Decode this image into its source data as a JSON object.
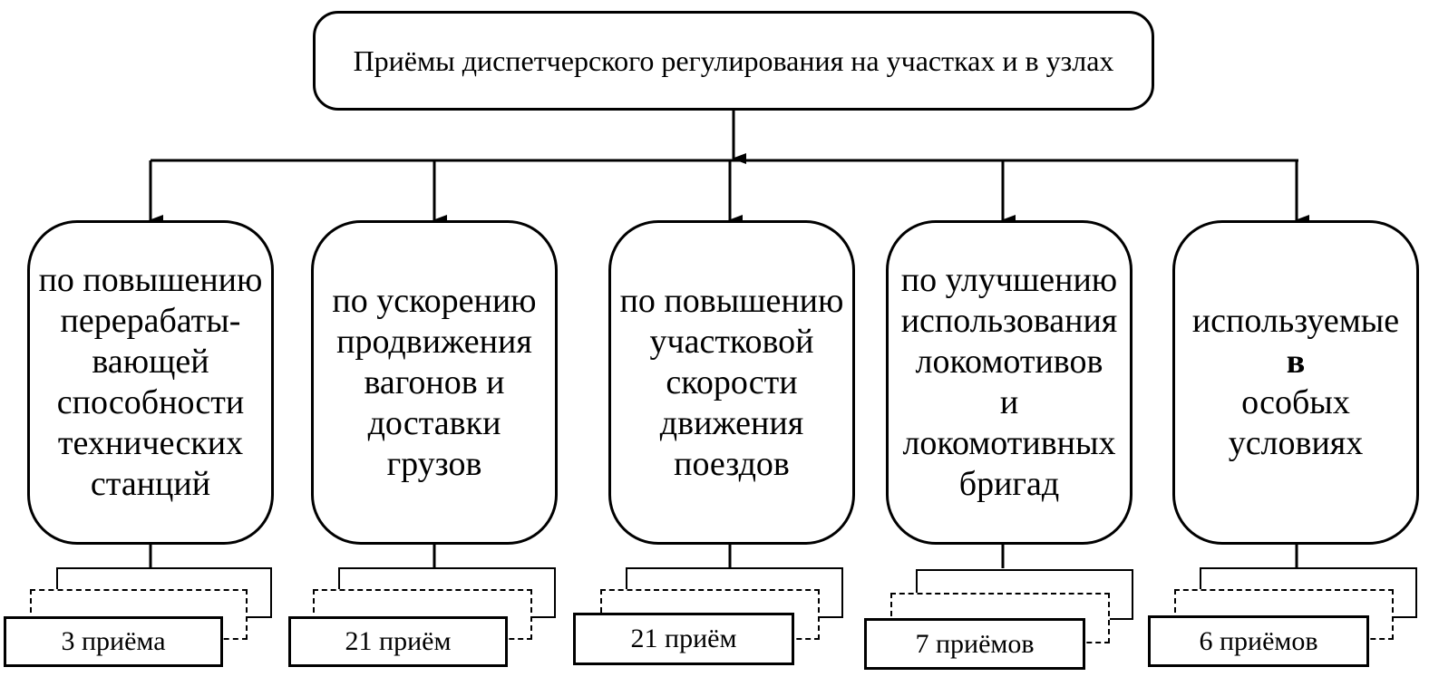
{
  "root": {
    "title": "Приёмы диспетчерского регулирования на участках и в узлах"
  },
  "categories": [
    {
      "lines": [
        "по повышению",
        "перерабаты-",
        "вающей",
        "способности",
        "технических",
        "станций"
      ],
      "count": "3 приёма"
    },
    {
      "lines": [
        "по ускорению",
        "продвижения",
        "вагонов и",
        "доставки",
        "грузов"
      ],
      "count": "21 приём"
    },
    {
      "lines": [
        "по повышению",
        "участковой",
        "скорости",
        "движения",
        "поездов"
      ],
      "count": "21 приём"
    },
    {
      "lines": [
        "по улучшению",
        "использования",
        "локомотивов",
        "и",
        "локомотивных",
        "бригад"
      ],
      "count": "7 приёмов"
    },
    {
      "lines": [
        "используемые",
        "в",
        "особых",
        "условиях"
      ],
      "count": "6 приёмов"
    }
  ]
}
